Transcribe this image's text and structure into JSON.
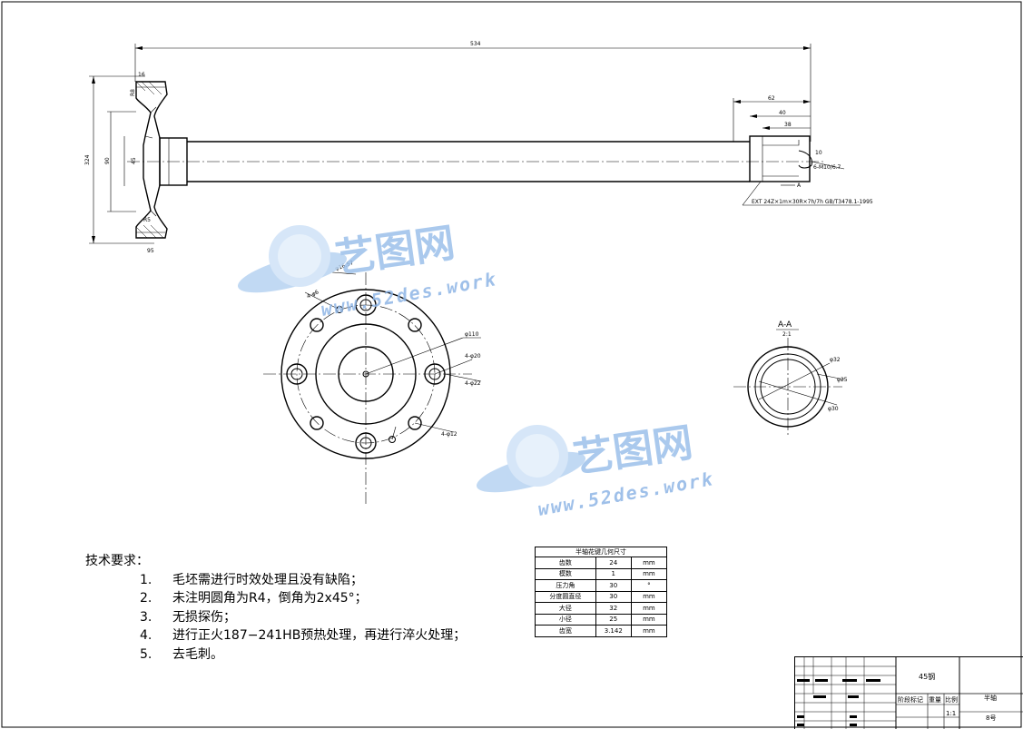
{
  "dimensions": {
    "overall_length": "534",
    "left_height": "324",
    "d1": "90",
    "d2": "45",
    "hub_dia": "95",
    "r_top": "R8",
    "r_bot": "R5",
    "flange_thk": "16",
    "right_62": "62",
    "right_40": "40",
    "right_38": "38",
    "right_10": "10",
    "hole_dim": "6-M10/6.7",
    "section_mark": "A",
    "spline_note": "EXT 24Z×1m×30R×7h/7h GB/T3478.1-1995",
    "front_d1": "φ110",
    "front_d2": "4-φ20",
    "front_d3": "4-φ22",
    "front_d4": "4-φ12",
    "front_angle": "4-φ6",
    "front_top": "φ16.57",
    "section_title": "A-A",
    "section_scale": "2:1",
    "sec_d1": "φ32",
    "sec_d2": "φ25",
    "sec_d3": "φ30"
  },
  "watermark": {
    "logo_text": "艺图网",
    "url": "www.52des.work"
  },
  "tech_requirements": {
    "title": "技术要求：",
    "items": [
      {
        "num": "1.",
        "text": "毛坯需进行时效处理且没有缺陷；"
      },
      {
        "num": "2.",
        "text": "未注明圆角为R4，倒角为2x45°；"
      },
      {
        "num": "3.",
        "text": "无损探伤；"
      },
      {
        "num": "4.",
        "text": "进行正火187−241HB预热处理，再进行淬火处理；"
      },
      {
        "num": "5.",
        "text": "去毛刺。"
      }
    ]
  },
  "spline_table": {
    "title": "半轴花键几何尺寸",
    "rows": [
      {
        "name": "齿数",
        "value": "24",
        "unit": "mm"
      },
      {
        "name": "模数",
        "value": "1",
        "unit": "mm"
      },
      {
        "name": "压力角",
        "value": "30",
        "unit": "°"
      },
      {
        "name": "分度圆直径",
        "value": "30",
        "unit": "mm"
      },
      {
        "name": "大径",
        "value": "32",
        "unit": "mm"
      },
      {
        "name": "小径",
        "value": "25",
        "unit": "mm"
      },
      {
        "name": "齿宽",
        "value": "3.142",
        "unit": "mm"
      }
    ]
  },
  "title_block": {
    "material": "45钢",
    "part_name": "半轴",
    "scale": "1:1",
    "drawing_no": "8号",
    "label_stage": "阶段标记",
    "label_weight": "重量",
    "label_ratio": "比例"
  }
}
